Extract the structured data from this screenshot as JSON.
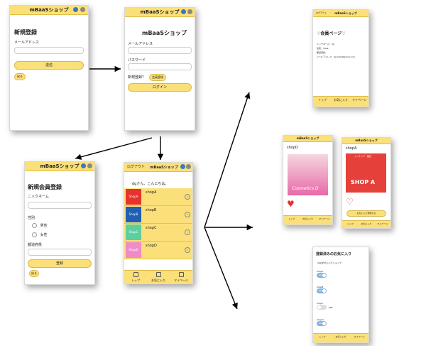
{
  "app_title": "mBaaSショップ",
  "signup_email": {
    "heading": "新規登録",
    "email_label": "メールアドレス",
    "submit": "送信",
    "back": "戻る"
  },
  "login": {
    "title": "mBaaSショップ",
    "email_label": "メールアドレス",
    "password_label": "パスワード",
    "new_prompt": "新規登録？",
    "new_button": "会員登録",
    "login_button": "ログイン"
  },
  "member_register": {
    "heading": "新規会員登録",
    "nickname_label": "ニックネーム",
    "gender_label": "性別",
    "gender_male": "男性",
    "gender_female": "女性",
    "prefecture_label": "都道府県",
    "register": "登録",
    "back": "戻る"
  },
  "shop_list": {
    "logout": "ログアウト",
    "greeting": "dgさん、こんにちは。",
    "shops": [
      {
        "logo": "ShopA",
        "name": "shopA",
        "color": "#e8322c"
      },
      {
        "logo": "ShopB",
        "name": "shopB",
        "color": "#1f5fb4"
      },
      {
        "logo": "ShopC",
        "name": "shopC",
        "color": "#5ccf9e"
      },
      {
        "logo": "ShopD",
        "name": "shopD",
        "color": "#f08ac8"
      }
    ]
  },
  "tabs": [
    "トップ",
    "お気に入り",
    "マイページ"
  ],
  "member_page": {
    "logout": "ログアウト",
    "heading": "♡会員ページ♡",
    "lines": [
      "ニックネーム：dg",
      "性別：male",
      "都道府県：",
      "メールアドレス：dg.mail@gmail.com"
    ]
  },
  "shop_d": {
    "title": "shopD",
    "banner": "Cosmetics D"
  },
  "shop_a": {
    "title": "shopA",
    "banner": "SHOP A",
    "tag": "インテリア・雑貨",
    "fav_button": "お気に入り登録する"
  },
  "favorites": {
    "heading": "登録済みのお気に入り",
    "sub": "dgのお気に入りショップ",
    "items": [
      {
        "name": "shopA",
        "state": "ON"
      },
      {
        "name": "shopB",
        "state": "ON"
      },
      {
        "name": "shopC",
        "state": "OFF"
      },
      {
        "name": "shopD",
        "state": "ON"
      }
    ]
  },
  "colors": {
    "accent": "#fbe07a",
    "heart": "#e8322c"
  }
}
